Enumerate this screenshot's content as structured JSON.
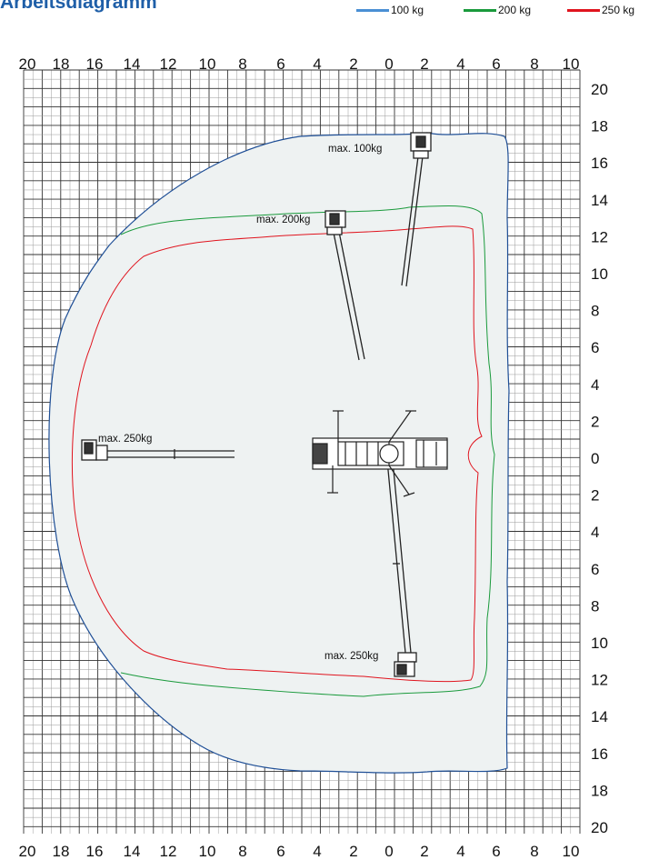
{
  "title": "Arbeitsdiagramm",
  "legend": [
    {
      "label": "100 kg",
      "color": "#4a8fd4"
    },
    {
      "label": "200 kg",
      "color": "#1a9a3c"
    },
    {
      "label": "250 kg",
      "color": "#e0141e"
    }
  ],
  "axes": {
    "top_ticks": [
      "20",
      "18",
      "16",
      "14",
      "12",
      "10",
      "8",
      "6",
      "4",
      "2",
      "0",
      "2",
      "4",
      "6",
      "8",
      "10"
    ],
    "bottom_ticks": [
      "20",
      "18",
      "16",
      "14",
      "12",
      "10",
      "8",
      "6",
      "4",
      "2",
      "0",
      "2",
      "4",
      "6",
      "8",
      "10"
    ],
    "right_ticks": [
      "20",
      "18",
      "16",
      "14",
      "12",
      "10",
      "8",
      "6",
      "4",
      "2",
      "0",
      "2",
      "4",
      "6",
      "8",
      "10",
      "12",
      "14",
      "16",
      "18",
      "20"
    ]
  },
  "annotations": [
    {
      "text": "max. 100kg"
    },
    {
      "text": "max. 200kg"
    },
    {
      "text": "max. 250kg"
    },
    {
      "text": "max. 250kg"
    }
  ],
  "colors": {
    "grid": "#9a9a9a",
    "grid_major": "#333333",
    "envelope_fill": "#eef2f2",
    "envelope_100": "#1f4f96",
    "envelope_200": "#1a9a3c",
    "envelope_250": "#e0141e",
    "machine": "#222222"
  }
}
